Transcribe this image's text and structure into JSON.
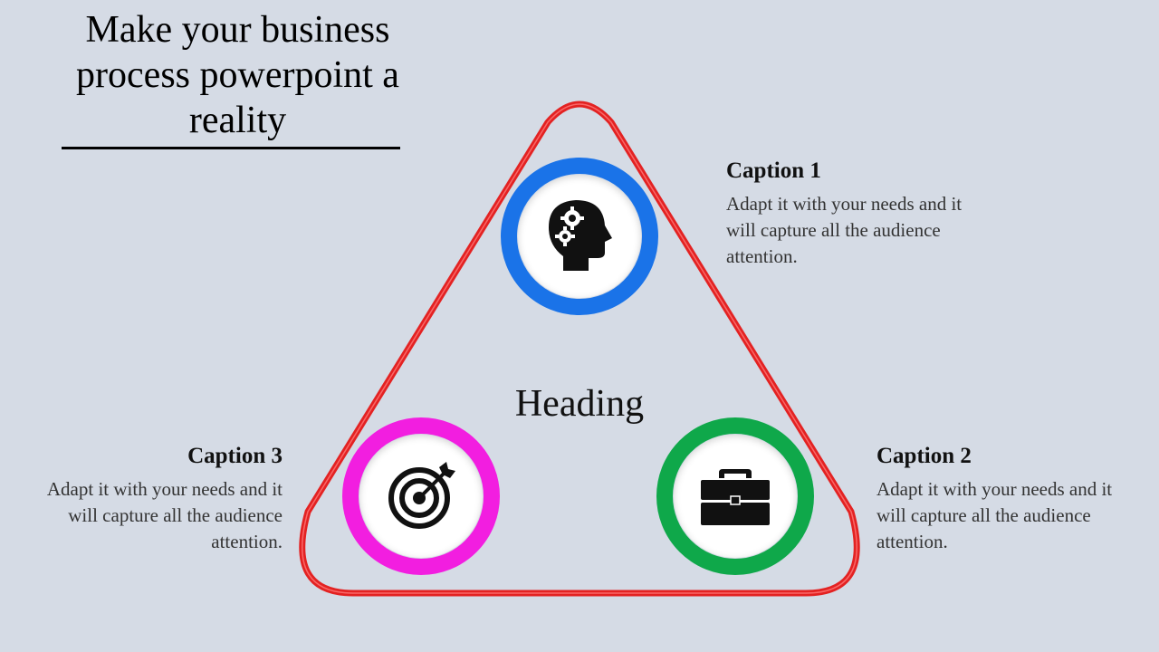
{
  "title": "Make your business process powerpoint a reality",
  "heading": "Heading",
  "colors": {
    "background": "#d5dbe5",
    "triangle": "#e32222",
    "ring1": "#1a73e8",
    "ring2": "#0fa84a",
    "ring3": "#f21ee0"
  },
  "captions": [
    {
      "title": "Caption 1",
      "text": "Adapt it with your needs and it will capture all the audience attention.",
      "icon": "head-gears-icon"
    },
    {
      "title": "Caption 2",
      "text": "Adapt it with your needs and it will capture all the audience attention.",
      "icon": "briefcase-icon"
    },
    {
      "title": "Caption 3",
      "text": "Adapt it with your needs and it will capture all the audience attention.",
      "icon": "target-arrow-icon"
    }
  ]
}
